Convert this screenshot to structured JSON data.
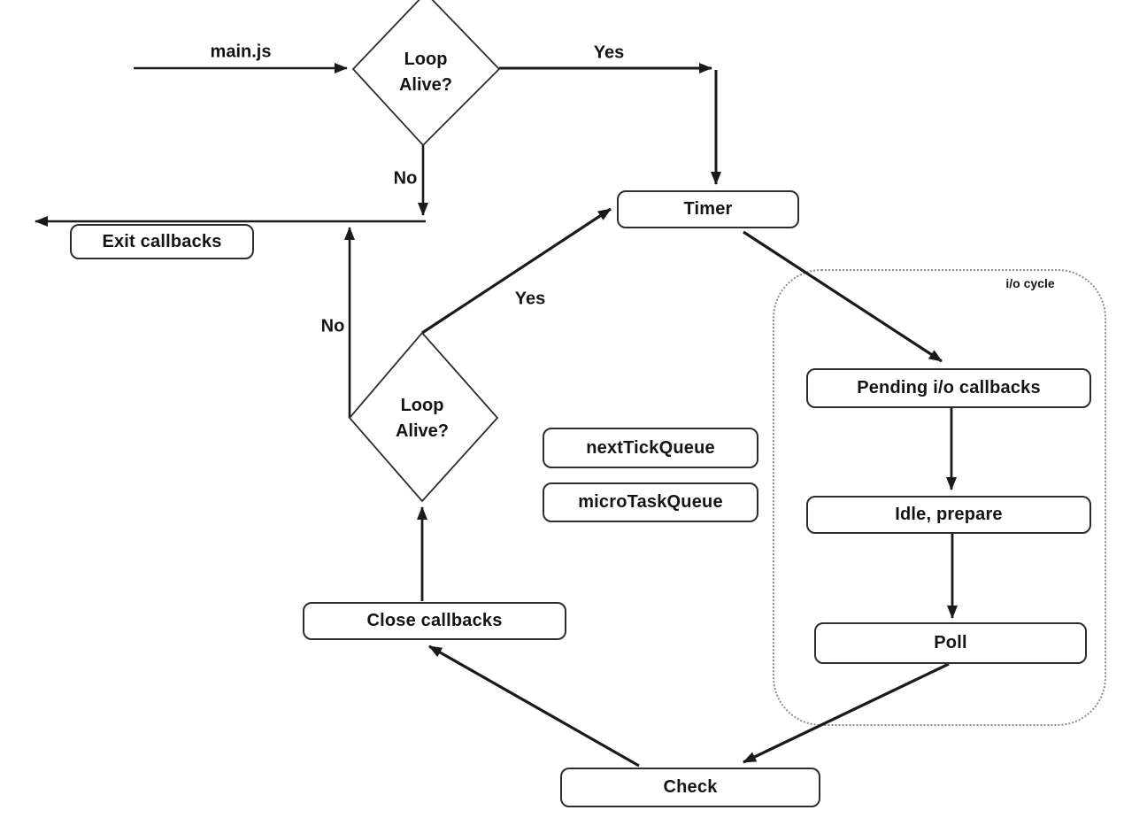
{
  "colors": {
    "line": "#1a1a1a",
    "box_border": "#2d2d2d",
    "text": "#141414",
    "container_border": "#8c8c8c",
    "background": "#ffffff"
  },
  "nodes": {
    "loop_alive_top": {
      "line1": "Loop",
      "line2": "Alive?"
    },
    "loop_alive_mid": {
      "line1": "Loop",
      "line2": "Alive?"
    },
    "timer": {
      "label": "Timer"
    },
    "exit_callbacks": {
      "label": "Exit callbacks"
    },
    "next_tick_queue": {
      "label": "nextTickQueue"
    },
    "micro_task_queue": {
      "label": "microTaskQueue"
    },
    "pending_io_callbacks": {
      "label": "Pending i/o callbacks"
    },
    "idle_prepare": {
      "label": "Idle, prepare"
    },
    "poll": {
      "label": "Poll"
    },
    "close_callbacks": {
      "label": "Close callbacks"
    },
    "check": {
      "label": "Check"
    }
  },
  "edge_labels": {
    "main_js": "main.js",
    "yes_top": "Yes",
    "no_top": "No",
    "yes_mid": "Yes",
    "no_mid": "No"
  },
  "container": {
    "io_cycle": "i/o cycle"
  }
}
